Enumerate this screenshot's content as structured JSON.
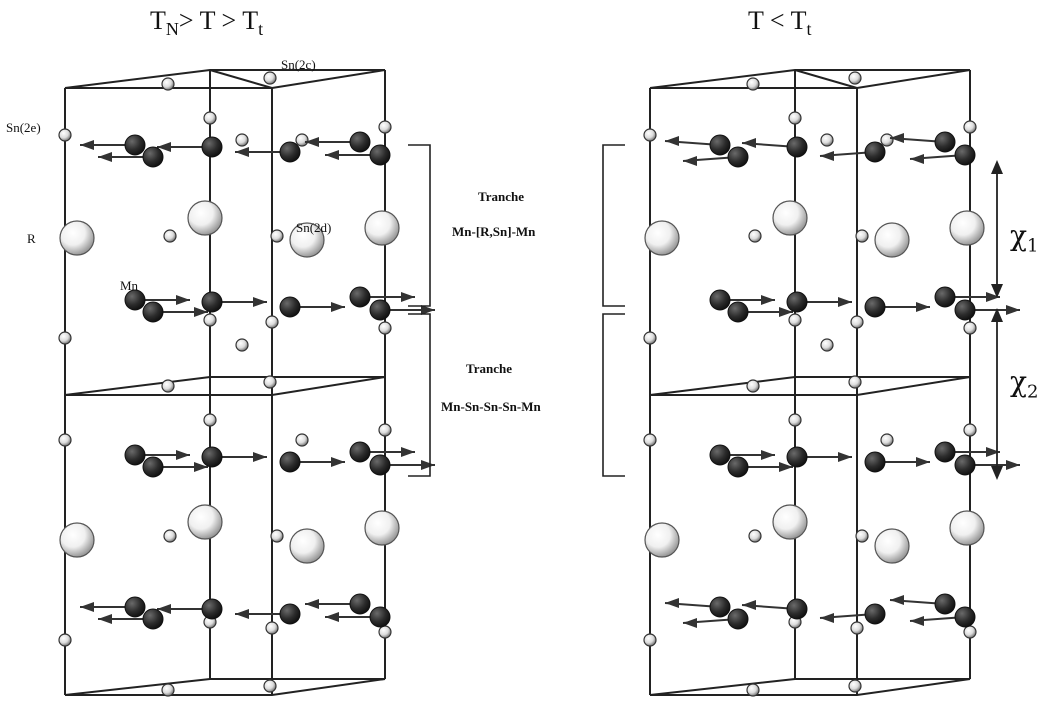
{
  "titles": {
    "left": {
      "main": "T",
      "sub1": "N",
      "mid": "> T > T",
      "sub2": "t"
    },
    "right": {
      "main": "T < T",
      "sub": "t"
    }
  },
  "labels": {
    "sn2c": "Sn(2c)",
    "sn2e": "Sn(2e)",
    "sn2d": "Sn(2d)",
    "r": "R",
    "mn": "Mn"
  },
  "slabs": [
    {
      "title": "Tranche",
      "formula": "Mn-[R,Sn]-Mn"
    },
    {
      "title": "Tranche",
      "formula": "Mn-Sn-Sn-Sn-Mn"
    }
  ],
  "distances": [
    {
      "symbol": "χ",
      "sub": "1"
    },
    {
      "symbol": "χ",
      "sub": "2"
    }
  ],
  "structure_models": [
    {
      "id": "left",
      "condition": "TN > T > Tt",
      "mn_layer_moments": [
        "left",
        "right",
        "right",
        "left"
      ]
    },
    {
      "id": "right",
      "condition": "T < Tt",
      "mn_layer_moments": [
        "left",
        "right",
        "right",
        "left"
      ]
    }
  ]
}
